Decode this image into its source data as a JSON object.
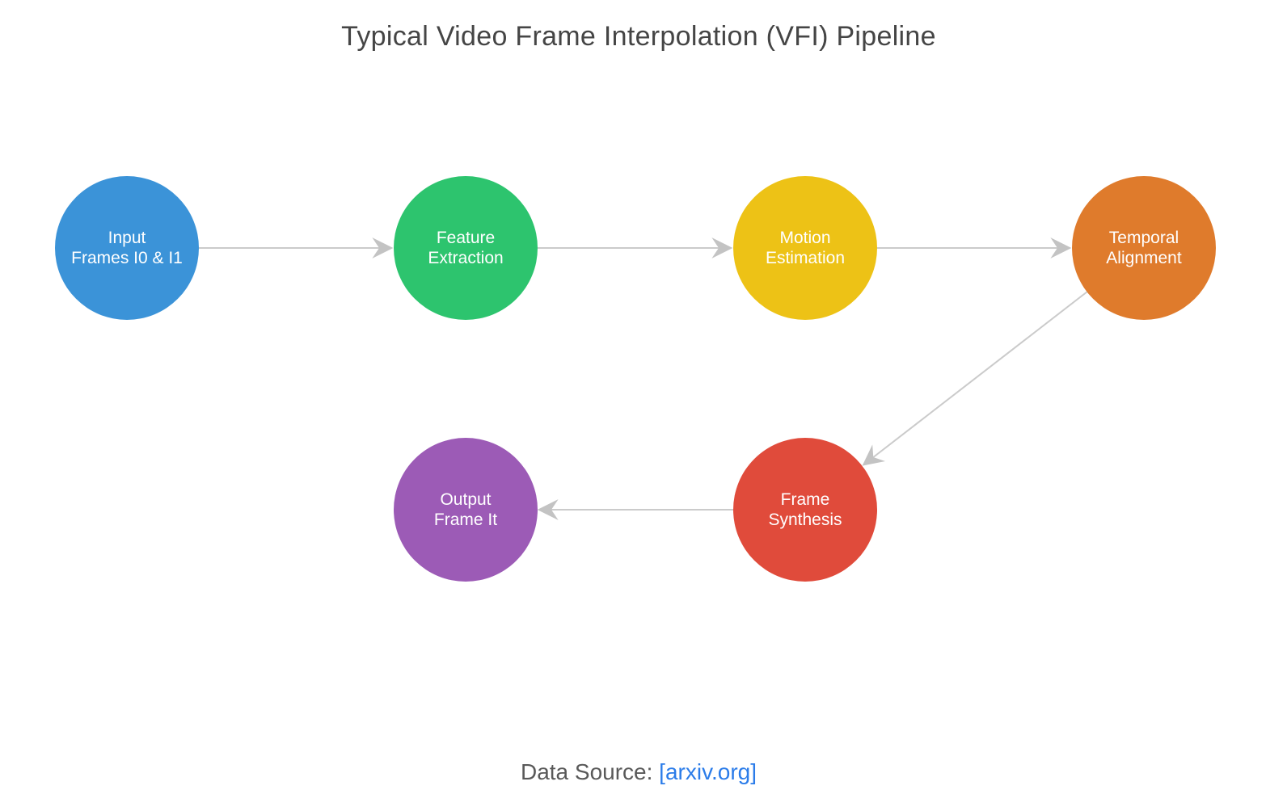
{
  "title": "Typical Video Frame Interpolation (VFI) Pipeline",
  "nodes": [
    {
      "id": "input-frames",
      "label": "Input\nFrames I0 & I1",
      "color": "#3b93d8"
    },
    {
      "id": "feature-extraction",
      "label": "Feature\nExtraction",
      "color": "#2dc46e"
    },
    {
      "id": "motion-estimation",
      "label": "Motion\nEstimation",
      "color": "#edc216"
    },
    {
      "id": "temporal-alignment",
      "label": "Temporal\nAlignment",
      "color": "#df7b2c"
    },
    {
      "id": "frame-synthesis",
      "label": "Frame\nSynthesis",
      "color": "#e04b3b"
    },
    {
      "id": "output-frame",
      "label": "Output\nFrame It",
      "color": "#9c5bb6"
    }
  ],
  "edges": [
    {
      "from": "input-frames",
      "to": "feature-extraction"
    },
    {
      "from": "feature-extraction",
      "to": "motion-estimation"
    },
    {
      "from": "motion-estimation",
      "to": "temporal-alignment"
    },
    {
      "from": "temporal-alignment",
      "to": "frame-synthesis"
    },
    {
      "from": "frame-synthesis",
      "to": "output-frame"
    }
  ],
  "colors": {
    "edge": "#cbcbcb",
    "arrowhead": "#c3c3c3",
    "title_text": "#454545",
    "footer_text": "#595959",
    "link": "#2b7ce9"
  },
  "footer": {
    "prefix": "Data Source: ",
    "link_text": "[arxiv.org]"
  }
}
